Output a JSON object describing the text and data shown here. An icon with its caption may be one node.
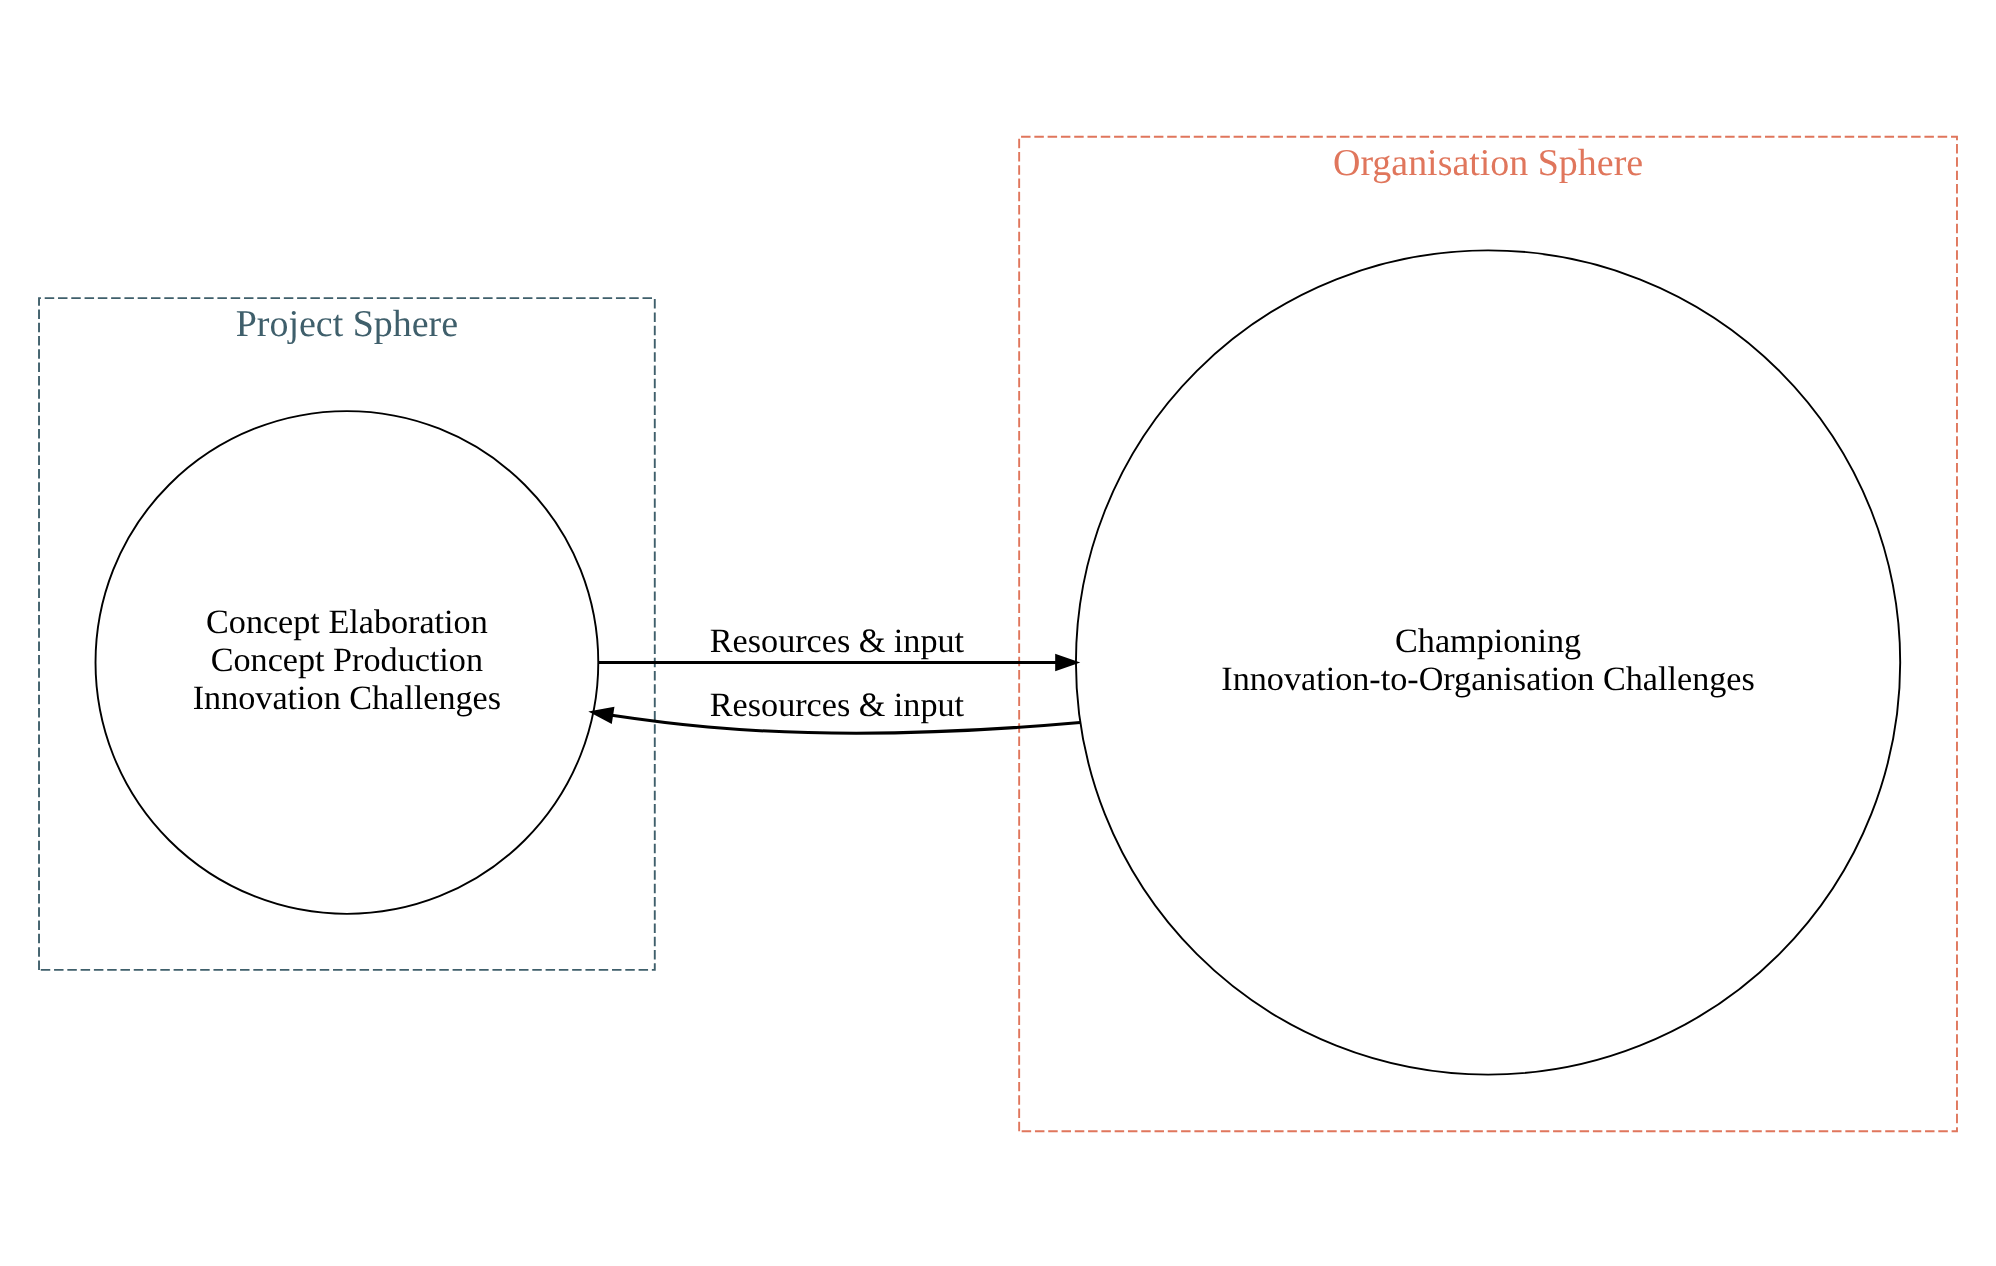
{
  "diagram": {
    "nodes": [
      {
        "text": [
          "Project Sphere"
        ]
      },
      {
        "text": [
          "Concept Elaboration",
          "Concept Production",
          "Innovation Challenges"
        ],
        "in": 0
      },
      {
        "text": [
          "Organisation Sphere"
        ]
      },
      {
        "text": [
          "Championing",
          "Innovation-to-Organisation Challenges"
        ],
        "in": 2
      }
    ],
    "edges": [
      {
        "from": 1,
        "to": 3,
        "arrow": "to",
        "label": "Resources & input"
      },
      {
        "from": 3,
        "to": 1,
        "arrow": "to",
        "label": "Resources & input"
      }
    ]
  }
}
